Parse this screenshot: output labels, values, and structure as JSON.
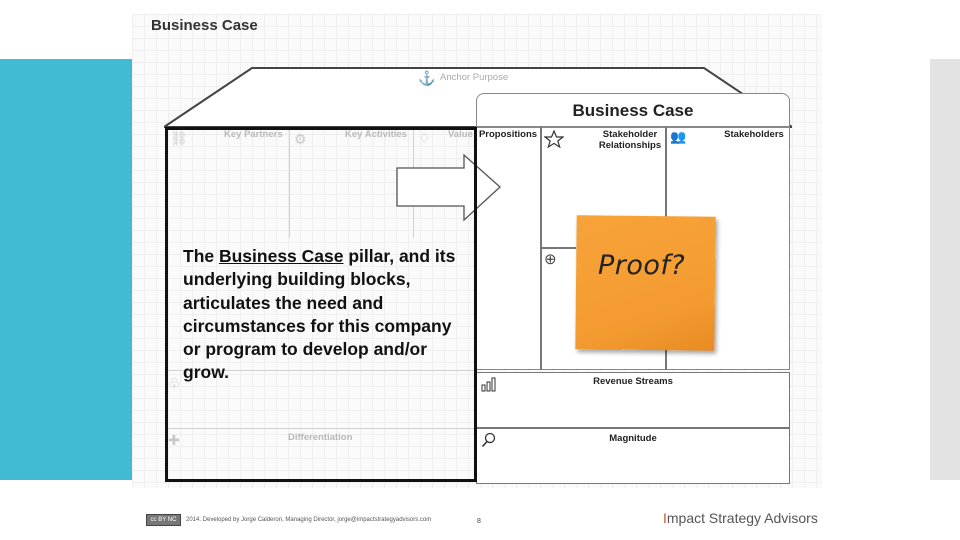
{
  "slide_title": "Business Case",
  "canvas": {
    "anchor_label": "Anchor Purpose",
    "faint_labels": {
      "key_partners": "Key Partners",
      "key_activities": "Key Activities",
      "value_propositions_prefix": "Value"
    },
    "business_case_title": "Business Case",
    "cells": {
      "value_propositions": "Propositions",
      "stakeholder_relationships_line1": "Stakeholder",
      "stakeholder_relationships_line2": "Relationships",
      "stakeholders": "Stakeholders",
      "revenue_streams": "Revenue Streams",
      "differentiation": "Differentiation",
      "magnitude": "Magnitude"
    }
  },
  "pillar_text": {
    "part1": "The ",
    "underlined": "Business Case",
    "part2": " pillar, and its underlying building blocks, articulates the need and circumstances for this company or program to develop and/or grow."
  },
  "sticky_note": "Proof?",
  "footer": {
    "credit": "2014. Developed by Jorge Calderon, Managing Director, jorge@impactstrategyadvisors.com",
    "page_number": "8",
    "brand_initial": "I",
    "brand_rest": "mpact Strategy Advisors",
    "license_badge": "cc BY NC SA"
  },
  "colors": {
    "left_band": "#40bbd3",
    "sticky_note": "#f39b30",
    "brand_accent": "#d0542a"
  }
}
